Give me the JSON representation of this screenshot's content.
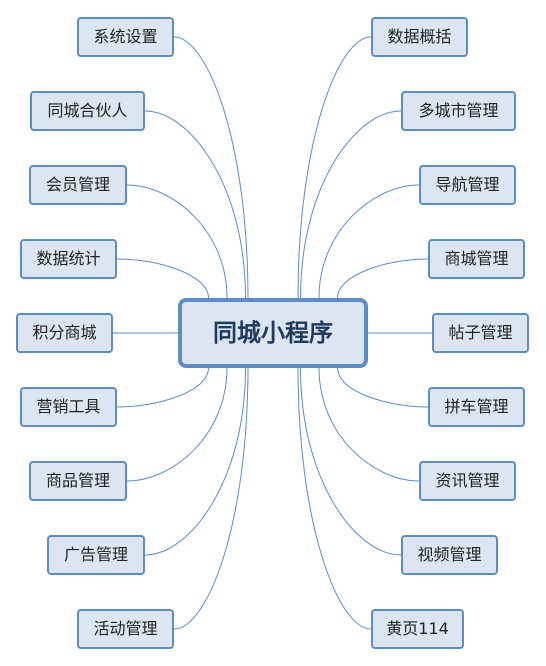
{
  "center": {
    "label": "同城小程序"
  },
  "left": [
    {
      "label": "系统设置"
    },
    {
      "label": "同城合伙人"
    },
    {
      "label": "会员管理"
    },
    {
      "label": "数据统计"
    },
    {
      "label": "积分商城"
    },
    {
      "label": "营销工具"
    },
    {
      "label": "商品管理"
    },
    {
      "label": "广告管理"
    },
    {
      "label": "活动管理"
    }
  ],
  "right": [
    {
      "label": "数据概括"
    },
    {
      "label": "多城市管理"
    },
    {
      "label": "导航管理"
    },
    {
      "label": "商城管理"
    },
    {
      "label": "帖子管理"
    },
    {
      "label": "拼车管理"
    },
    {
      "label": "资讯管理"
    },
    {
      "label": "视频管理"
    },
    {
      "label": "黄页114"
    }
  ],
  "colors": {
    "node_fill": "#dce6f2",
    "node_border": "#5b8dc9",
    "connector": "#5b8dc9"
  }
}
